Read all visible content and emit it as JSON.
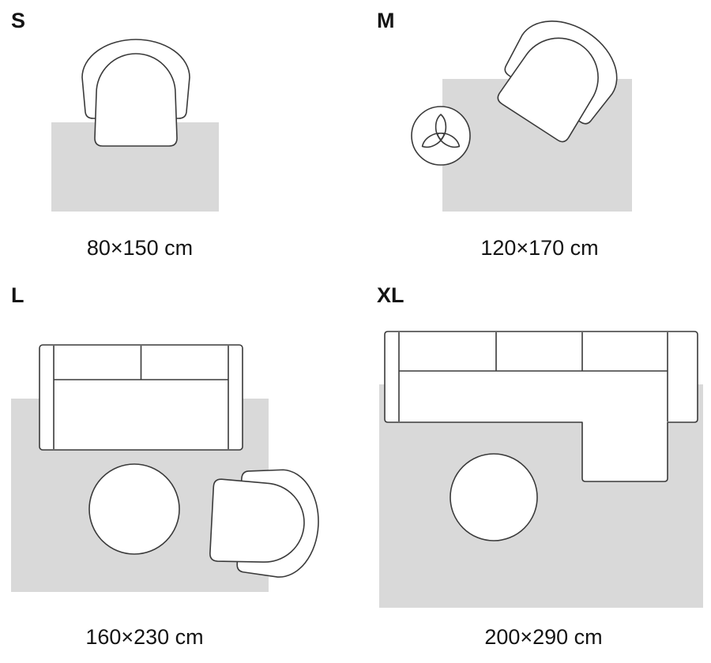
{
  "variants": [
    {
      "label": "S",
      "dimensions": "80×150 cm"
    },
    {
      "label": "M",
      "dimensions": "120×170 cm"
    },
    {
      "label": "L",
      "dimensions": "160×230 cm"
    },
    {
      "label": "XL",
      "dimensions": "200×290 cm"
    }
  ],
  "icons": {
    "rug": "rug-rectangle-shape",
    "chair": "armchair-top-view-shape",
    "plant": "potted-plant-top-view-shape",
    "sofa": "two-seat-sofa-top-view-shape",
    "sectional": "corner-sofa-top-view-shape",
    "table": "round-table-top-view-shape"
  },
  "colors": {
    "background": "#ffffff",
    "rug_fill": "#d9d9d9",
    "outline": "#3a3a3a",
    "text": "#141414"
  }
}
